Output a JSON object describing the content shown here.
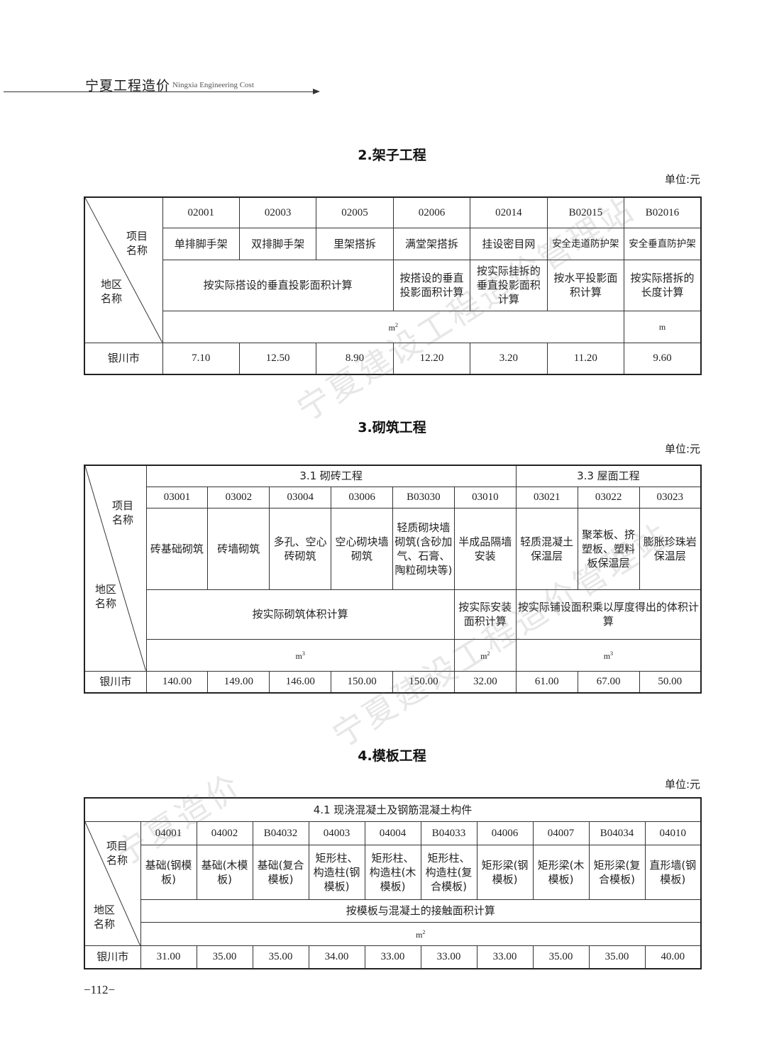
{
  "header": {
    "title_cn": "宁夏工程造价",
    "title_en": "Ningxia Engineering Cost"
  },
  "watermark": "宁夏建设工程造价管理站",
  "watermark2": "宁夏造价",
  "page_number": "−112−",
  "region_header": {
    "item": "项目\n名称",
    "region": "地区\n名称"
  },
  "s2": {
    "title": "2.架子工程",
    "unit": "单位:元",
    "codes": [
      "02001",
      "02003",
      "02005",
      "02006",
      "02014",
      "B02015",
      "B02016"
    ],
    "names": [
      "单排脚手架",
      "双排脚手架",
      "里架搭拆",
      "满堂架搭拆",
      "挂设密目网",
      "安全走道防护架",
      "安全垂直防护架"
    ],
    "rules": [
      "按实际搭设的垂直投影面积计算",
      "按搭设的垂直投影面积计算",
      "按实际挂拆的垂直投影面积计算",
      "按水平投影面积计算",
      "按实际搭拆的长度计算"
    ],
    "unit_m2": "m",
    "unit_m": "m",
    "region": "银川市",
    "values": [
      "7.10",
      "12.50",
      "8.90",
      "12.20",
      "3.20",
      "11.20",
      "9.60"
    ]
  },
  "s3": {
    "title": "3.砌筑工程",
    "unit": "单位:元",
    "group1": "3.1 砌砖工程",
    "group2": "3.3 屋面工程",
    "codes": [
      "03001",
      "03002",
      "03004",
      "03006",
      "B03030",
      "03010",
      "03021",
      "03022",
      "03023"
    ],
    "names": [
      "砖基础砌筑",
      "砖墙砌筑",
      "多孔、空心砖砌筑",
      "空心砌块墙砌筑",
      "轻质砌块墙砌筑(含砂加气、石膏、陶粒砌块等)",
      "半成品隔墙安装",
      "轻质混凝土保温层",
      "聚苯板、挤塑板、塑料板保温层",
      "膨胀珍珠岩保温层"
    ],
    "rules": [
      "按实际砌筑体积计算",
      "按实际安装面积计算",
      "按实际铺设面积乘以厚度得出的体积计算"
    ],
    "units": [
      "m",
      "m",
      "m"
    ],
    "region": "银川市",
    "values": [
      "140.00",
      "149.00",
      "146.00",
      "150.00",
      "150.00",
      "32.00",
      "61.00",
      "67.00",
      "50.00"
    ]
  },
  "s4": {
    "title": "4.模板工程",
    "unit": "单位:元",
    "group": "4.1 现浇混凝土及钢筋混凝土构件",
    "codes": [
      "04001",
      "04002",
      "B04032",
      "04003",
      "04004",
      "B04033",
      "04006",
      "04007",
      "B04034",
      "04010"
    ],
    "names": [
      "基础(钢模板)",
      "基础(木模板)",
      "基础(复合模板)",
      "矩形柱、构造柱(钢模板)",
      "矩形柱、构造柱(木模板)",
      "矩形柱、构造柱(复合模板)",
      "矩形梁(钢模板)",
      "矩形梁(木模板)",
      "矩形梁(复合模板)",
      "直形墙(钢模板)"
    ],
    "rule": "按模板与混凝土的接触面积计算",
    "unit_m2": "m",
    "region": "银川市",
    "values": [
      "31.00",
      "35.00",
      "35.00",
      "34.00",
      "33.00",
      "33.00",
      "33.00",
      "35.00",
      "35.00",
      "40.00"
    ]
  }
}
